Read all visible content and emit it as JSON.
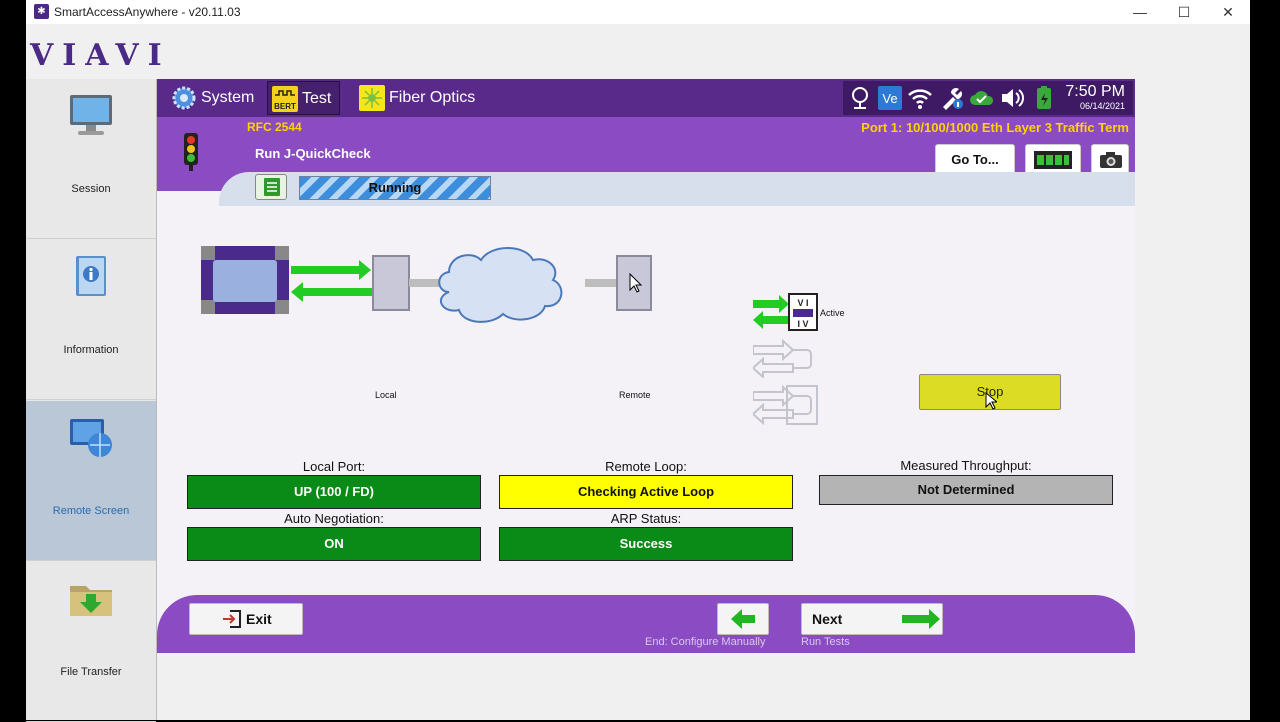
{
  "window": {
    "title": "SmartAccessAnywhere - v20.11.03"
  },
  "brand": {
    "logo": "VIAVI"
  },
  "sidebar": {
    "items": [
      {
        "label": "Session"
      },
      {
        "label": "Information"
      },
      {
        "label": "Remote Screen",
        "active": true
      },
      {
        "label": "File Transfer"
      }
    ]
  },
  "nav": {
    "tabs": [
      {
        "label": "System"
      },
      {
        "label": "Test",
        "badge": "BERT",
        "selected": true
      },
      {
        "label": "Fiber Optics"
      }
    ],
    "time": "7:50 PM",
    "date": "06/14/2021"
  },
  "header": {
    "protocol": "RFC 2544",
    "port": "Port 1: 10/100/1000 Eth Layer 3 Traffic Term",
    "title": "Run J-QuickCheck",
    "goto_label": "Go To...",
    "status": "Running"
  },
  "diagram": {
    "local_label": "Local",
    "remote_label": "Remote",
    "loop_modes": [
      {
        "label": "Active",
        "badge": "VIAV",
        "enabled": true
      },
      {
        "label": "",
        "enabled": false
      },
      {
        "label": "",
        "enabled": false
      }
    ]
  },
  "stop_label": "Stop",
  "fields": {
    "local_port": {
      "label": "Local Port:",
      "value": "UP (100 / FD)",
      "color": "#0a8a16"
    },
    "auto_neg": {
      "label": "Auto Negotiation:",
      "value": "ON",
      "color": "#0a8a16"
    },
    "remote_loop": {
      "label": "Remote Loop:",
      "value": "Checking Active Loop",
      "color": "#ffff00"
    },
    "arp": {
      "label": "ARP Status:",
      "value": "Success",
      "color": "#0a8a16"
    },
    "throughput": {
      "label": "Measured Throughput:",
      "value": "Not Determined",
      "color": "#b4b4b4"
    }
  },
  "footer": {
    "exit_label": "Exit",
    "back_caption": "End: Configure Manually",
    "next_label": "Next",
    "next_caption": "Run Tests"
  }
}
